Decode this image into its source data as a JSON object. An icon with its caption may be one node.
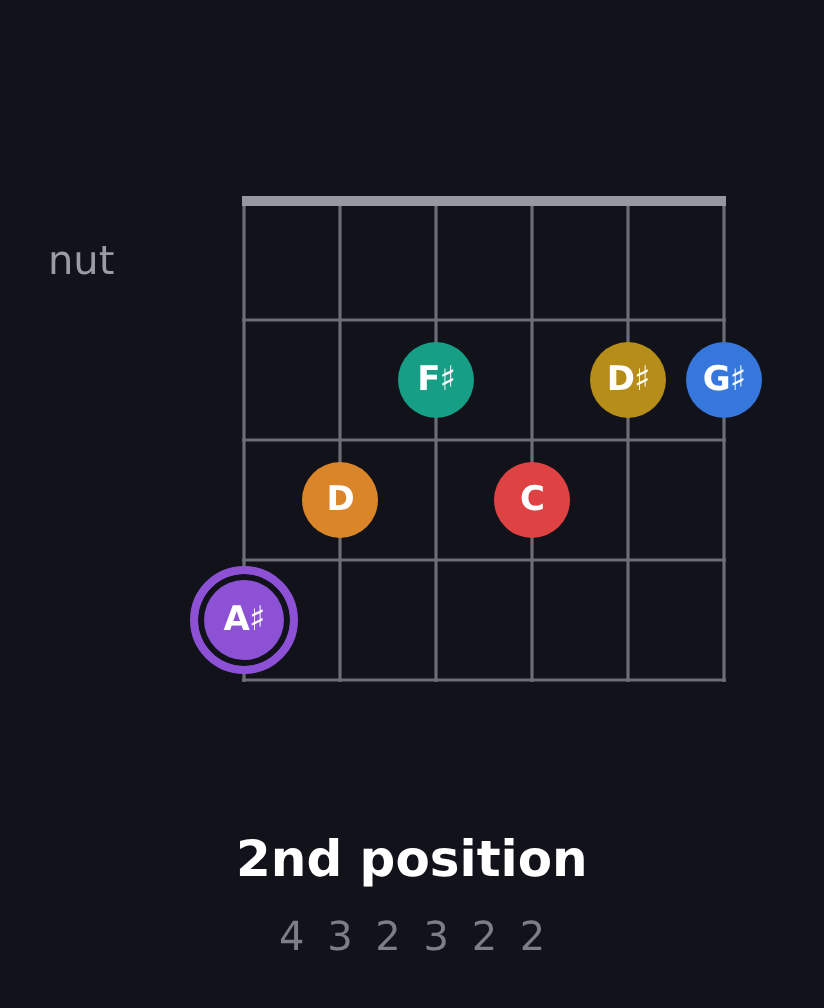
{
  "diagram": {
    "title": "2nd position",
    "caption": "4 3 2 3 2 2",
    "nodes": [
      {
        "text": [
          "F♯"
        ]
      },
      {
        "text": [
          "D♯"
        ]
      },
      {
        "text": [
          "G♯"
        ]
      },
      {
        "text": [
          "D"
        ]
      },
      {
        "text": [
          "C"
        ]
      },
      {
        "text": [
          "A♯"
        ]
      }
    ],
    "labels": [
      "nut"
    ]
  }
}
